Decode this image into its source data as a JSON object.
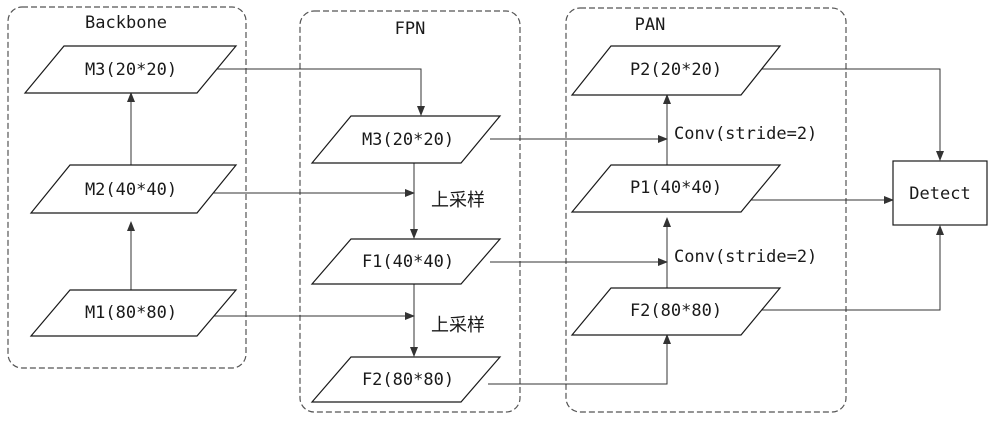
{
  "groups": {
    "backbone": "Backbone",
    "fpn": "FPN",
    "pan": "PAN"
  },
  "backbone": {
    "m3": "M3(20*20)",
    "m2": "M2(40*40)",
    "m1": "M1(80*80)"
  },
  "fpn": {
    "m3": "M3(20*20)",
    "f1": "F1(40*40)",
    "f2": "F2(80*80)",
    "upsample_1": "上采样",
    "upsample_2": "上采样"
  },
  "pan": {
    "p2": "P2(20*20)",
    "p1": "P1(40*40)",
    "f2": "F2(80*80)",
    "conv_1": "Conv(stride=2)",
    "conv_2": "Conv(stride=2)"
  },
  "detect": "Detect"
}
